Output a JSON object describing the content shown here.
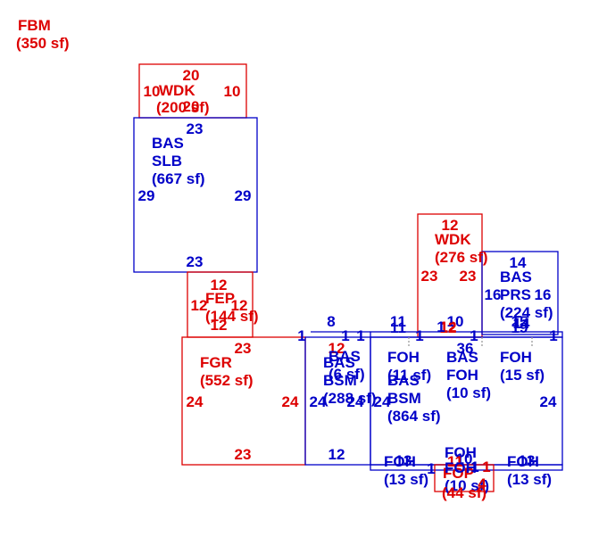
{
  "colors": {
    "red": "#dd0000",
    "blue": "#0000c8",
    "gray": "#9a9a9a"
  },
  "areas": [
    {
      "id": "fbm",
      "code": "FBM",
      "area": "(350 sf)",
      "color": "red"
    },
    {
      "id": "wdk1",
      "code": "WDK",
      "area": "(200 sf)",
      "color": "red",
      "dims": {
        "top": "20",
        "left": "10",
        "right": "10",
        "bottom": "20"
      }
    },
    {
      "id": "bas-slb",
      "code": "BAS",
      "code2": "SLB",
      "area": "(667 sf)",
      "color": "blue",
      "dims": {
        "top": "23",
        "left": "29",
        "right": "29",
        "bottom": "23"
      }
    },
    {
      "id": "fep",
      "code": "FEP",
      "area": "(144 sf)",
      "color": "red",
      "dims": {
        "top": "12",
        "left": "12",
        "right": "12",
        "bottom": "12"
      }
    },
    {
      "id": "fgr",
      "code": "FGR",
      "area": "(552 sf)",
      "color": "red",
      "dims": {
        "top": "23",
        "left": "24",
        "right": "24",
        "bottom": "23"
      }
    },
    {
      "id": "wdk2",
      "code": "WDK",
      "area": "(276 sf)",
      "color": "red",
      "dims": {
        "top": "12",
        "left": "23",
        "right": "23",
        "bottom": "12"
      }
    },
    {
      "id": "bas-prs",
      "code": "BAS",
      "code2": "PRS",
      "area": "(224 sf)",
      "color": "blue",
      "dims": {
        "top": "14",
        "left": "16",
        "right": "16",
        "bottom": "14"
      }
    },
    {
      "id": "bas-bsm1",
      "code": "BAS",
      "code2": "BSM",
      "area": "(288 sf)",
      "color": "blue",
      "dims": {
        "top": "12",
        "left": "24",
        "right": "24",
        "bottom": "12"
      }
    },
    {
      "id": "bas-sm",
      "code": "BAS",
      "area": "(6 sf)",
      "color": "blue",
      "dims": {
        "top": "8",
        "mid": "12",
        "left": "1",
        "right": "1"
      }
    },
    {
      "id": "foh1",
      "code": "FOH",
      "area": "(11 sf)",
      "color": "blue",
      "dims": {
        "top": "11"
      }
    },
    {
      "id": "bas-bsm2",
      "code": "BAS",
      "code2": "BSM",
      "area": "(864 sf)",
      "color": "blue",
      "dims": {
        "top": "36",
        "left": "24",
        "right": "24",
        "inner_left": "1",
        "inner_right": "1"
      }
    },
    {
      "id": "bas-foh",
      "code": "BAS",
      "code2": "FOH",
      "area": "(10 sf)",
      "color": "blue",
      "dims": {
        "top": "10"
      }
    },
    {
      "id": "foh2",
      "code": "FOH",
      "area": "(15 sf)",
      "color": "blue",
      "dims": {
        "top": "15"
      }
    },
    {
      "id": "foh3",
      "code": "FOH",
      "area": "(13 sf)",
      "color": "blue",
      "dims": {
        "top": "13"
      }
    },
    {
      "id": "foh4",
      "code": "FOH",
      "area": "(13 sf)",
      "color": "blue",
      "dims": {
        "top": "13"
      }
    },
    {
      "id": "foh5",
      "code": "FOH",
      "color": "blue",
      "dims": {
        "top": "10",
        "inner": "4"
      }
    },
    {
      "id": "fop",
      "code": "FOP",
      "area": "(44 sf)",
      "code_b": "FOH",
      "area_b": "(10 sf)",
      "color": "red",
      "dims": {
        "top": "11",
        "left": "1",
        "right": "1",
        "num_4": "4"
      }
    }
  ],
  "extra_dims": [
    {
      "id": "d11a",
      "text": "11"
    },
    {
      "id": "d12a",
      "text": "12"
    },
    {
      "id": "d10a",
      "text": "10"
    },
    {
      "id": "d19a",
      "text": "19"
    },
    {
      "id": "d1a",
      "text": "1"
    },
    {
      "id": "d1b",
      "text": "1"
    },
    {
      "id": "d1c",
      "text": "1"
    },
    {
      "id": "d1d",
      "text": "1"
    },
    {
      "id": "d1e",
      "text": "1"
    },
    {
      "id": "d1f",
      "text": "1"
    },
    {
      "id": "d24a",
      "text": "24"
    },
    {
      "id": "d1g",
      "text": "1"
    }
  ]
}
